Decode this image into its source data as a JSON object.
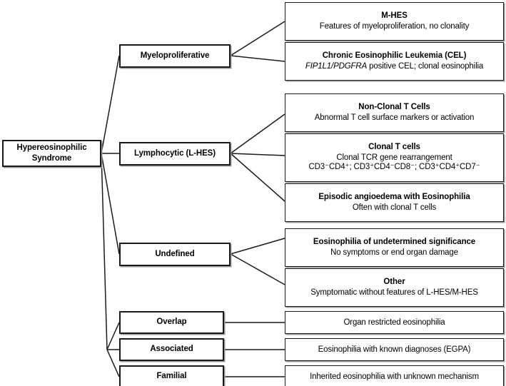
{
  "diagram": {
    "title": "Hypereosinophilic Syndrome classification",
    "type": "tree",
    "root": {
      "label": "Hypereosinophilic Syndrome",
      "line1": "Hypereosinophilic",
      "line2": "Syndrome"
    },
    "categories": [
      {
        "id": "myeloproliferative",
        "label": "Myeloproliferative"
      },
      {
        "id": "lymphocytic",
        "label": "Lymphocytic (L-HES)"
      },
      {
        "id": "undefined",
        "label": "Undefined"
      },
      {
        "id": "overlap",
        "label": "Overlap"
      },
      {
        "id": "associated",
        "label": "Associated"
      },
      {
        "id": "familial",
        "label": "Familial"
      }
    ],
    "leaves": [
      {
        "id": "m-hes",
        "parent": "myeloproliferative",
        "title": "M-HES",
        "subtitle": "Features of myeloproliferation, no clonality"
      },
      {
        "id": "cel",
        "parent": "myeloproliferative",
        "title": "Chronic Eosinophilic Leukemia (CEL)",
        "subtitle_gene": "FIP1L1/PDGFRA",
        "subtitle_rest": " positive CEL; clonal eosinophilia"
      },
      {
        "id": "non-clonal-t-cells",
        "parent": "lymphocytic",
        "title": "Non-Clonal T Cells",
        "subtitle": "Abnormal T cell surface markers or activation"
      },
      {
        "id": "clonal-t-cells",
        "parent": "lymphocytic",
        "title": "Clonal T cells",
        "subtitle": "Clonal TCR gene rearrangement",
        "markers": "CD3⁻CD4⁺; CD3⁺CD4⁻CD8⁻; CD3⁺CD4⁺CD7⁻"
      },
      {
        "id": "episodic-angioedema",
        "parent": "lymphocytic",
        "title": "Episodic angioedema with Eosinophilia",
        "subtitle": "Often with clonal T cells"
      },
      {
        "id": "eosinophilia-undetermined",
        "parent": "undefined",
        "title": "Eosinophilia of undetermined significance",
        "subtitle": "No symptoms or end organ damage"
      },
      {
        "id": "other",
        "parent": "undefined",
        "title": "Other",
        "subtitle": "Symptomatic without features of L-HES/M-HES"
      },
      {
        "id": "organ-restricted",
        "parent": "overlap",
        "title": "Organ restricted eosinophilia"
      },
      {
        "id": "known-diagnoses",
        "parent": "associated",
        "title": "Eosinophilia with known diagnoses (EGPA)"
      },
      {
        "id": "inherited",
        "parent": "familial",
        "title": "Inherited eosinophilia with unknown mechanism"
      }
    ],
    "colors": {
      "border": "#1a1a1a",
      "shadow": "#9a9a9a",
      "background": "#ffffff",
      "text": "#000000",
      "connector": "#1a1a1a"
    }
  }
}
